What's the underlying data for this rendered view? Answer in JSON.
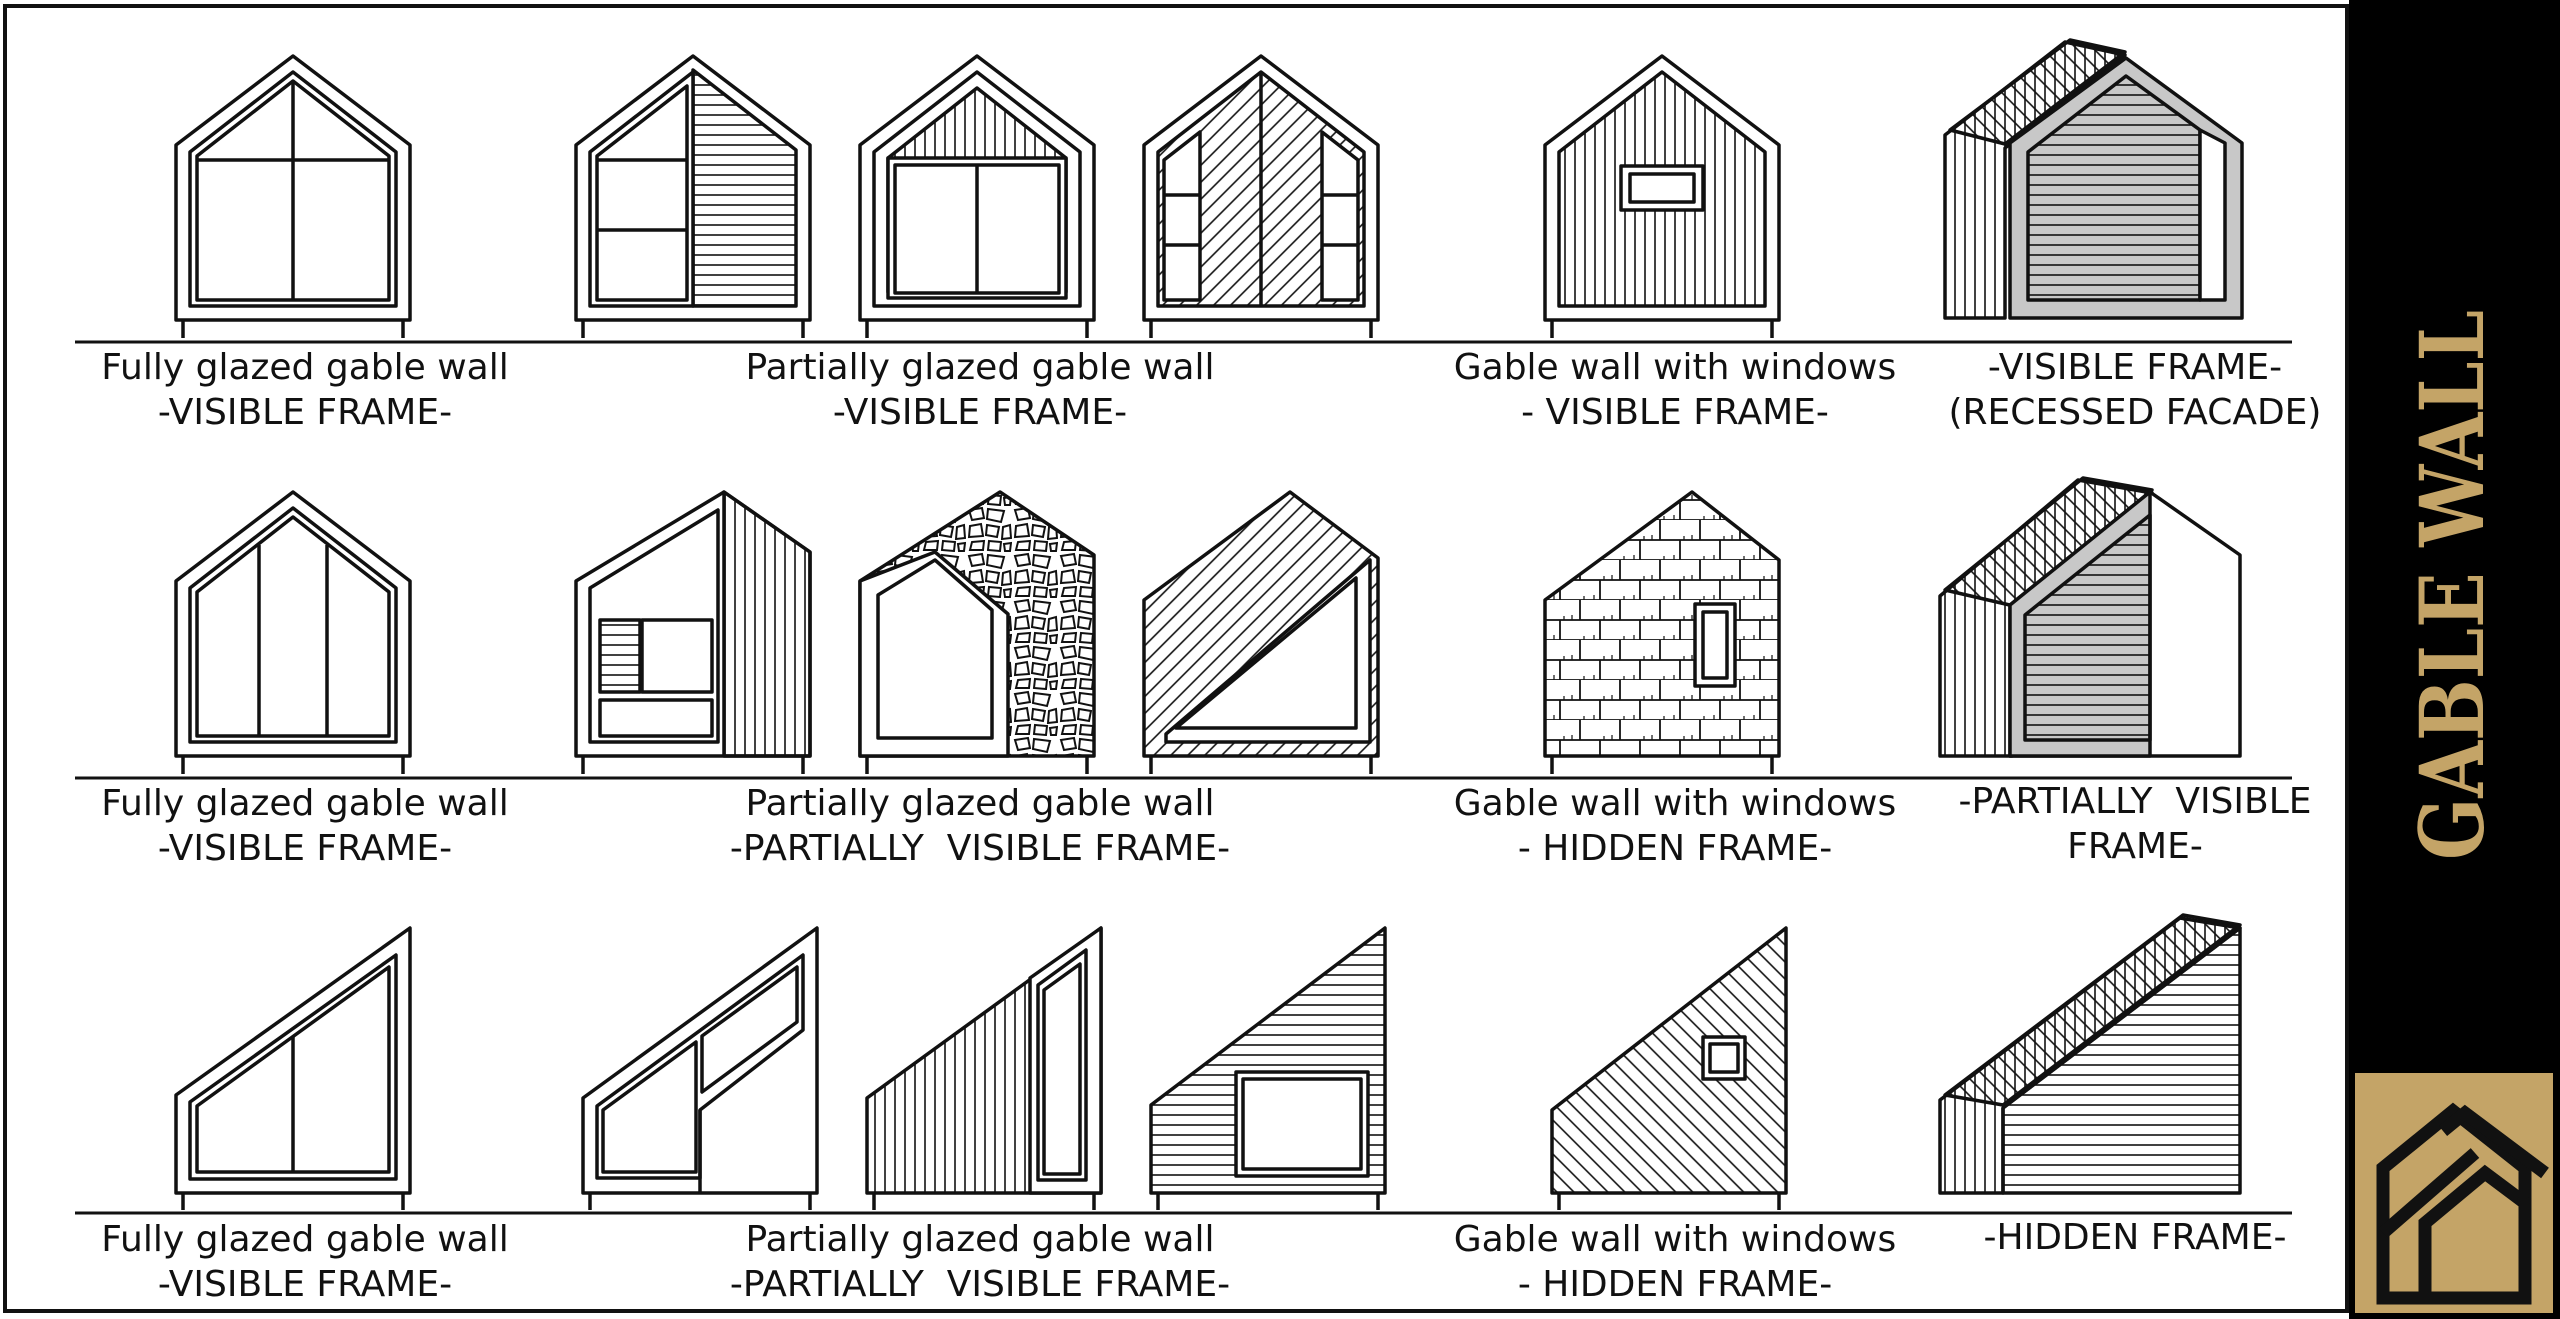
{
  "sidebar": {
    "title": "GABLE WALL",
    "accent_color": "#c4a467",
    "background_color": "#000000",
    "logo_icon": "house-roof-logo-icon"
  },
  "rows": [
    {
      "captions": [
        {
          "line1": "Fully glazed gable wall",
          "line2": "-VISIBLE FRAME-"
        },
        {
          "line1": "Partially glazed gable wall",
          "line2": "-VISIBLE FRAME-"
        },
        {
          "line1": "Gable wall with windows",
          "line2": "- VISIBLE FRAME-"
        },
        {
          "line1": "-VISIBLE FRAME-",
          "line2": "(RECESSED FACADE)"
        }
      ]
    },
    {
      "captions": [
        {
          "line1": "Fully glazed gable wall",
          "line2": "-VISIBLE FRAME-"
        },
        {
          "line1": "Partially glazed gable wall",
          "line2": "-PARTIALLY  VISIBLE FRAME-"
        },
        {
          "line1": "Gable wall with windows",
          "line2": "- HIDDEN FRAME-"
        },
        {
          "line1": "-PARTIALLY  VISIBLE",
          "line2": "FRAME-"
        }
      ]
    },
    {
      "captions": [
        {
          "line1": "Fully glazed gable wall",
          "line2": "-VISIBLE FRAME-"
        },
        {
          "line1": "Partially glazed gable wall",
          "line2": "-PARTIALLY  VISIBLE FRAME-"
        },
        {
          "line1": "Gable wall with windows",
          "line2": "- HIDDEN FRAME-"
        },
        {
          "line1": "-HIDDEN FRAME-",
          "line2": ""
        }
      ]
    }
  ]
}
